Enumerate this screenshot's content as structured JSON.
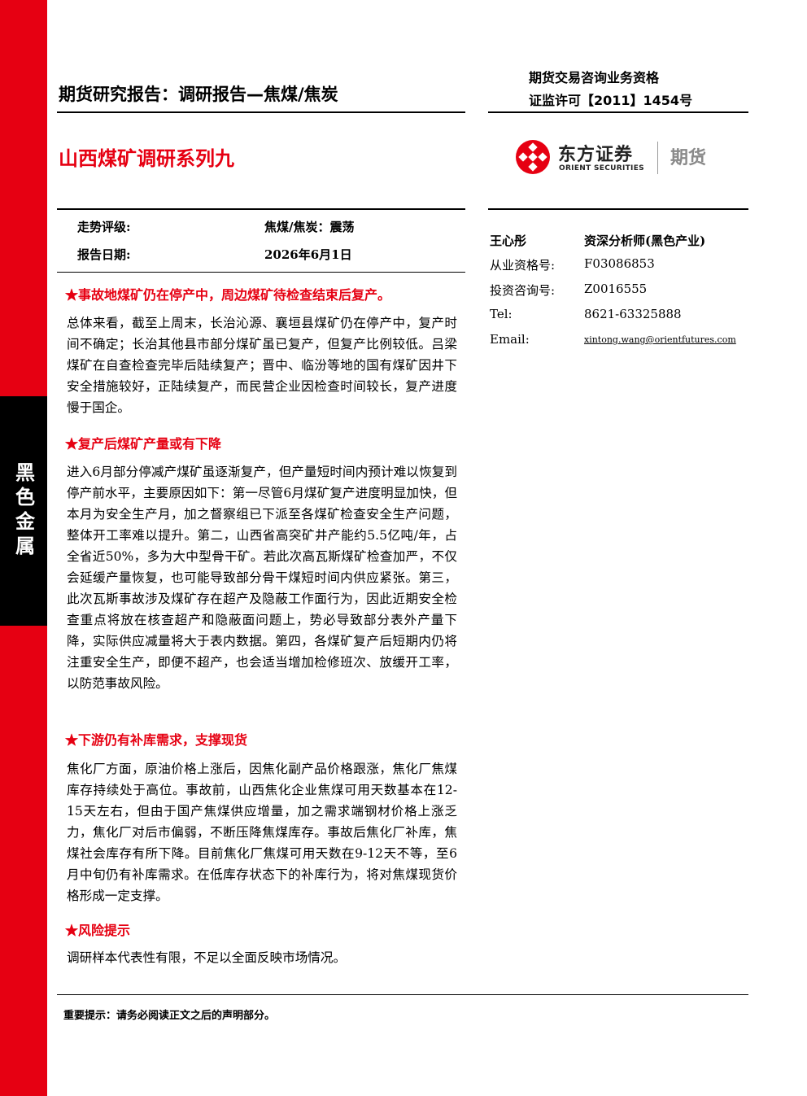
{
  "sidebar": {
    "category": "黑色金属"
  },
  "header": {
    "report_type": "期货研究报告：调研报告—焦煤/焦炭",
    "qualification_line1": "期货交易咨询业务资格",
    "qualification_line2": "证监许可【2011】1454号",
    "title": "山西煤矿调研系列九"
  },
  "logo": {
    "cn": "东方证券",
    "en": "ORIENT SECURITIES",
    "futures": "期货",
    "mark_color": "#e60012"
  },
  "meta": {
    "rating_label": "走势评级:",
    "rating_value": "焦煤/焦炭：震荡",
    "date_label": "报告日期:",
    "date_value": "2026年6月1日"
  },
  "analyst": {
    "name": "王心彤",
    "title": "资深分析师(黑色产业)",
    "qual_label": "从业资格号:",
    "qual_value": "F03086853",
    "consult_label": "投资咨询号:",
    "consult_value": "Z0016555",
    "tel_label": "Tel:",
    "tel_value": "8621-63325888",
    "email_label": "Email:",
    "email_value": "xintong.wang@orientfutures.com"
  },
  "sections": [
    {
      "heading": "★事故地煤矿仍在停产中，周边煤矿待检查结束后复产。",
      "body": "总体来看，截至上周末，长治沁源、襄垣县煤矿仍在停产中，复产时间不确定；长治其他县市部分煤矿虽已复产，但复产比例较低。吕梁煤矿在自查检查完毕后陆续复产；晋中、临汾等地的国有煤矿因井下安全措施较好，正陆续复产，而民营企业因检查时间较长，复产进度慢于国企。"
    },
    {
      "heading": "★复产后煤矿产量或有下降",
      "body": "进入6月部分停减产煤矿虽逐渐复产，但产量短时间内预计难以恢复到停产前水平，主要原因如下：第一尽管6月煤矿复产进度明显加快，但本月为安全生产月，加之督察组已下派至各煤矿检查安全生产问题，整体开工率难以提升。第二，山西省高突矿井产能约5.5亿吨/年，占全省近50%，多为大中型骨干矿。若此次高瓦斯煤矿检查加严，不仅会延缓产量恢复，也可能导致部分骨干煤短时间内供应紧张。第三，此次瓦斯事故涉及煤矿存在超产及隐蔽工作面行为，因此近期安全检查重点将放在核查超产和隐蔽面问题上，势必导致部分表外产量下降，实际供应减量将大于表内数据。第四，各煤矿复产后短期内仍将注重安全生产，即便不超产，也会适当增加检修班次、放缓开工率，以防范事故风险。"
    },
    {
      "heading": "★下游仍有补库需求，支撑现货",
      "body": "焦化厂方面，原油价格上涨后，因焦化副产品价格跟涨，焦化厂焦煤库存持续处于高位。事故前，山西焦化企业焦煤可用天数基本在12-15天左右，但由于国产焦煤供应增量，加之需求端钢材价格上涨乏力，焦化厂对后市偏弱，不断压降焦煤库存。事故后焦化厂补库，焦煤社会库存有所下降。目前焦化厂焦煤可用天数在9-12天不等，至6月中旬仍有补库需求。在低库存状态下的补库行为，将对焦煤现货价格形成一定支撑。"
    },
    {
      "heading": "★风险提示",
      "body": "调研样本代表性有限，不足以全面反映市场情况。"
    }
  ],
  "footer": {
    "note": "重要提示：请务必阅读正文之后的声明部分。"
  }
}
